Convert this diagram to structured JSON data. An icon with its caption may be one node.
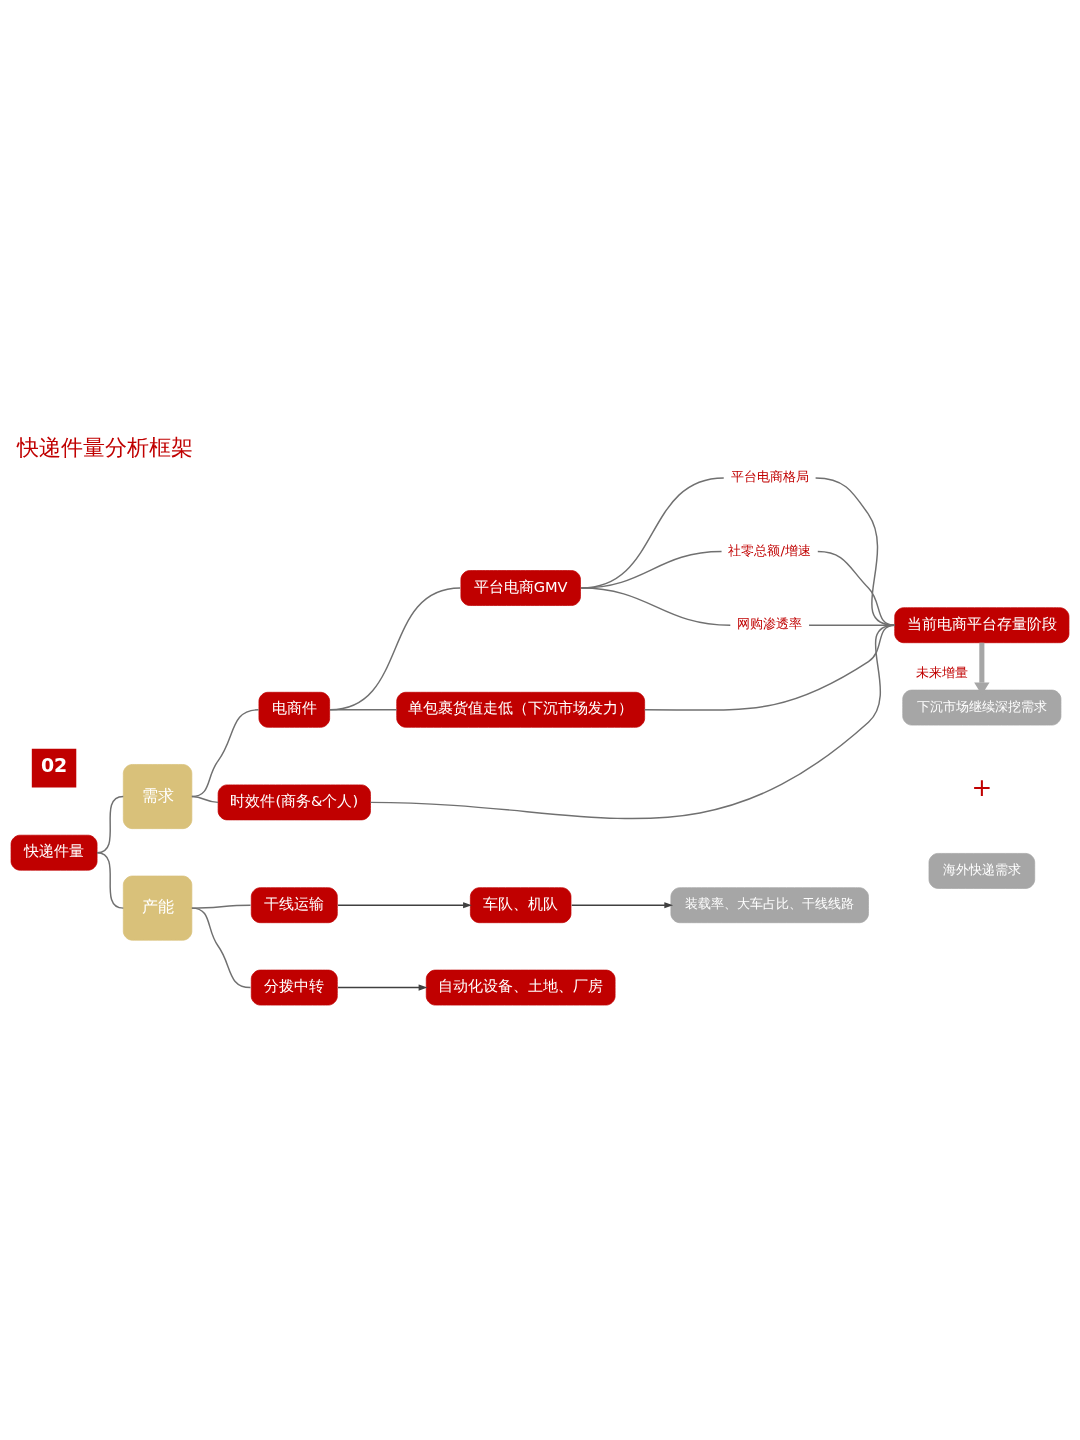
{
  "diagram": {
    "title": "快递件量分析框架",
    "nodes": [
      {
        "text": [
          "快递件量"
        ]
      },
      {
        "text": [
          "需求"
        ]
      },
      {
        "text": [
          "电商件"
        ]
      },
      {
        "text": [
          "时效件(商务&个人)"
        ]
      },
      {
        "text": [
          "平台电商GMV"
        ]
      },
      {
        "text": [
          "单包裹货值走低（下沉市场发力）"
        ]
      },
      {
        "text": [
          "平台电商格局"
        ]
      },
      {
        "text": [
          "社零总额/增速"
        ]
      },
      {
        "text": [
          "网购渗透率"
        ]
      },
      {
        "text": [
          "当前电商平台存量阶段"
        ]
      },
      {
        "text": [
          "下沉市场继续深挖需求"
        ]
      },
      {
        "text": [
          "海外快递需求"
        ]
      },
      {
        "text": [
          "产能"
        ]
      },
      {
        "text": [
          "干线运输"
        ]
      },
      {
        "text": [
          "车队、机队"
        ]
      },
      {
        "text": [
          "装载率、大车占比、干线线路"
        ]
      },
      {
        "text": [
          "分拨中转"
        ]
      },
      {
        "text": [
          "自动化设备、土地、厂房"
        ]
      }
    ],
    "edges": [
      {
        "from": 0,
        "to": 1,
        "arrow": "none"
      },
      {
        "from": 0,
        "to": 12,
        "arrow": "none"
      },
      {
        "from": 1,
        "to": 2,
        "arrow": "none"
      },
      {
        "from": 1,
        "to": 3,
        "arrow": "none"
      },
      {
        "from": 2,
        "to": 4,
        "arrow": "none"
      },
      {
        "from": 2,
        "to": 5,
        "arrow": "none"
      },
      {
        "from": 4,
        "to": 6,
        "arrow": "none"
      },
      {
        "from": 4,
        "to": 7,
        "arrow": "none"
      },
      {
        "from": 4,
        "to": 8,
        "arrow": "none"
      },
      {
        "from": 6,
        "to": 9,
        "arrow": "none"
      },
      {
        "from": 7,
        "to": 9,
        "arrow": "none"
      },
      {
        "from": 8,
        "to": 9,
        "arrow": "none"
      },
      {
        "from": 5,
        "to": 9,
        "arrow": "none"
      },
      {
        "from": 3,
        "to": 9,
        "arrow": "none"
      },
      {
        "from": 9,
        "to": 10,
        "arrow": "to",
        "label": "未来增量",
        "style": "thick",
        "color": "#a6a6a6"
      },
      {
        "from": 12,
        "to": 13,
        "arrow": "none"
      },
      {
        "from": 12,
        "to": 16,
        "arrow": "none"
      },
      {
        "from": 13,
        "to": 14,
        "arrow": "to",
        "color": "#404040"
      },
      {
        "from": 14,
        "to": 15,
        "arrow": "to",
        "color": "#404040"
      },
      {
        "from": 16,
        "to": 17,
        "arrow": "to",
        "color": "#404040"
      }
    ],
    "labels": [
      "02",
      "+"
    ]
  }
}
